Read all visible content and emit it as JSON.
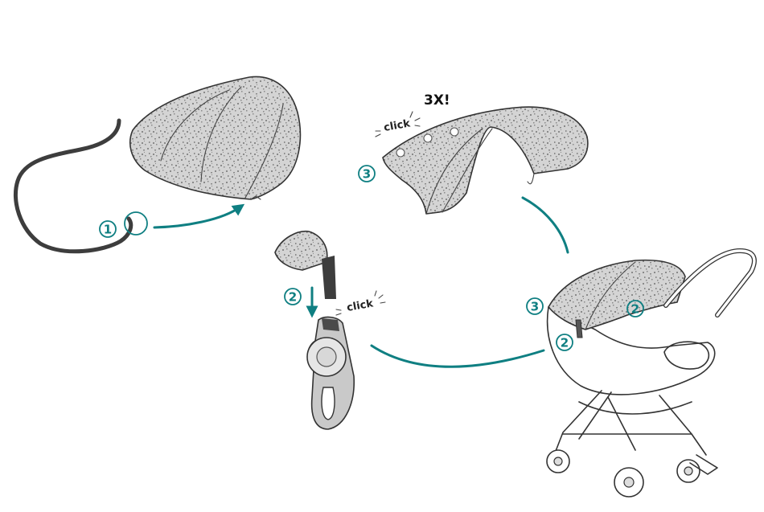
{
  "colors": {
    "accent": "#0f7f82",
    "fabric_base": "#d4d4d4",
    "fabric_dots": "#8a8a8a",
    "rod": "#3d3d3d",
    "line": "#333333"
  },
  "steps": {
    "one": "1",
    "two": "2",
    "three": "3"
  },
  "labels": {
    "click": "click",
    "clicks_count": "3X!"
  },
  "icons": [
    "canopy-icon",
    "wire-frame-icon",
    "mount-clip-icon",
    "stroller-icon",
    "arrow-icon"
  ]
}
